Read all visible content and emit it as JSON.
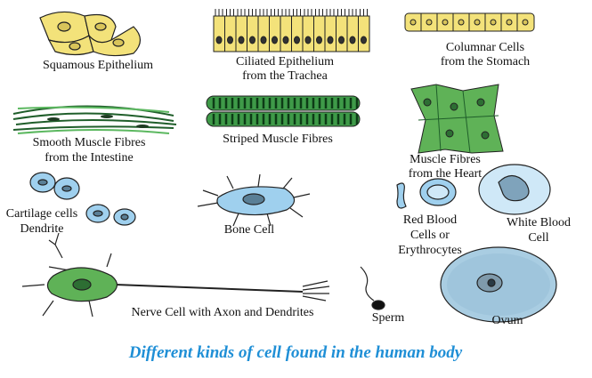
{
  "labels": {
    "squamous": "Squamous Epithelium",
    "ciliated_1": "Ciliated Epithelium",
    "ciliated_2": "from the Trachea",
    "columnar_1": "Columnar Cells",
    "columnar_2": "from the Stomach",
    "smooth_1": "Smooth Muscle Fibres",
    "smooth_2": "from the Intestine",
    "striped": "Striped Muscle Fibres",
    "heart_1": "Muscle Fibres",
    "heart_2": "from the Heart",
    "cartilage_1": "Cartilage cells",
    "cartilage_2": "Dendrite",
    "bone": "Bone Cell",
    "rbc_1": "Red Blood",
    "rbc_2": "Cells or",
    "rbc_3": "Erythrocytes",
    "wbc_1": "White Blood",
    "wbc_2": "Cell",
    "nerve": "Nerve Cell with Axon and Dendrites",
    "sperm": "Sperm",
    "ovum": "Ovum"
  },
  "caption": "Different kinds of cell found in the human body",
  "colors": {
    "caption": "#1f8fd6",
    "epithelium": "#f3e27a",
    "muscle": "#3e9a48",
    "blue_cell": "#9fd0ee"
  }
}
